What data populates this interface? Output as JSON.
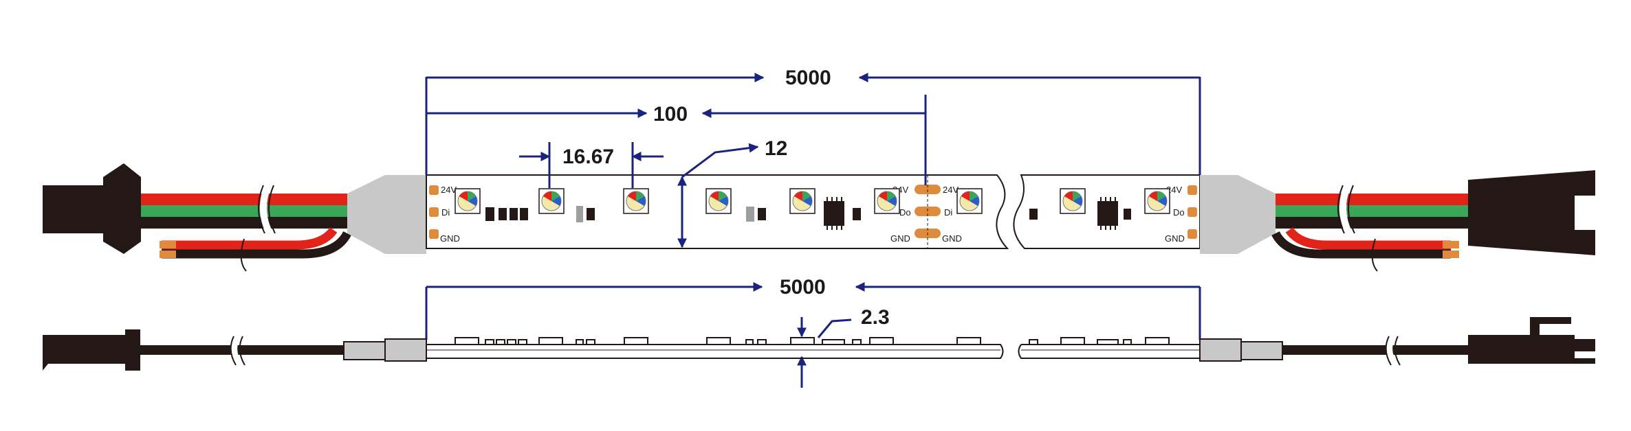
{
  "dimensions": {
    "total_length_top": "5000",
    "cut_unit": "100",
    "led_pitch": "16.67",
    "width": "12",
    "total_length_side": "5000",
    "thickness": "2.3"
  },
  "pads": {
    "input_power": "24V",
    "input_data": "Di",
    "input_ground": "GND",
    "output_power": "24V",
    "output_data": "Do",
    "output_ground": "GND"
  },
  "colors": {
    "dimension_line": "#1a237e",
    "wire_red": "#e2231a",
    "wire_green": "#3aa659",
    "wire_black": "#231815",
    "pad_copper": "#e08a3c",
    "connector_body": "#231815",
    "sleeve_gray": "#bdbdbd"
  }
}
